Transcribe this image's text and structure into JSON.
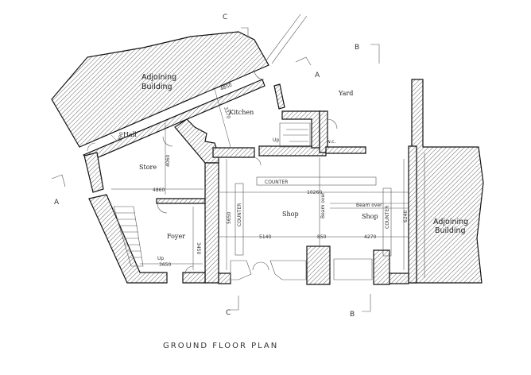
{
  "title": "GROUND FLOOR PLAN",
  "adjoining": {
    "left": [
      "Adjoining",
      "Building"
    ],
    "right": [
      "Adjoining",
      "Building"
    ]
  },
  "rooms": {
    "kitchen": "Kitchen",
    "yard": "Yard",
    "hall": "Hall",
    "store": "Store",
    "foyer": "Foyer",
    "shop_left": "Shop",
    "shop_right": "Shop",
    "wc": "w.c."
  },
  "annotations": {
    "up_kitchen": "Up",
    "up_foyer": "Up",
    "counter_top": "COUNTER",
    "counter_left": "COUNTER",
    "counter_right": "COUNTER",
    "beam_vertical": "Beam over",
    "beam_horizontal": "Beam over"
  },
  "dimensions": {
    "kitchen_width": "4850",
    "kitchen_depth": "3370",
    "hall_width": "990",
    "store_depth": "4060",
    "store_width": "4860",
    "foyer_depth": "3450",
    "foyer_width": "3650",
    "shop_depth_left": "5650",
    "shop_total_width": "10260",
    "shop_left_width": "5140",
    "beam_width": "850",
    "shop_right_width": "4270",
    "shop_depth_right": "6240"
  },
  "sections": {
    "a_left": "A",
    "a_right": "A",
    "b_top": "B",
    "b_bottom": "B",
    "c_top": "C",
    "c_bottom": "C"
  }
}
